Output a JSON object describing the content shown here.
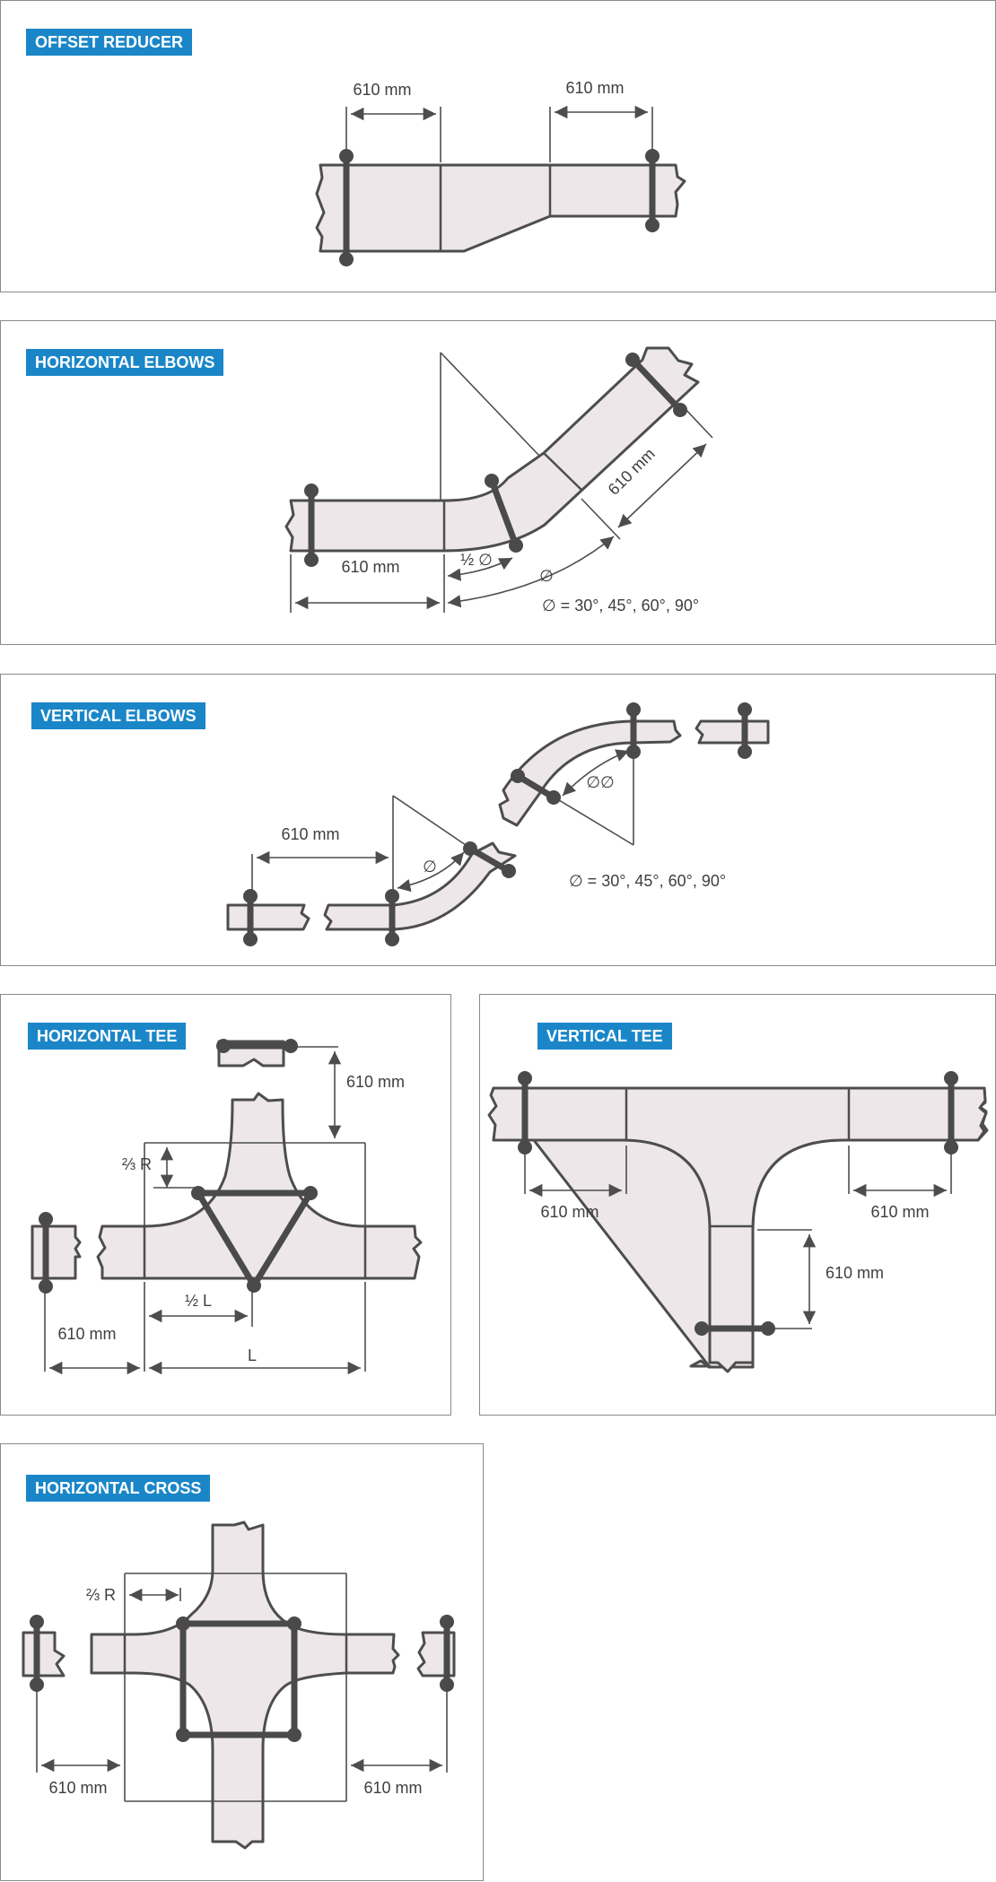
{
  "panels": {
    "offset_reducer": {
      "title": "OFFSET REDUCER",
      "dim_left": "610 mm",
      "dim_right": "610 mm"
    },
    "horizontal_elbows": {
      "title": "HORIZONTAL ELBOWS",
      "dim_straight": "610 mm",
      "dim_end": "610 mm",
      "half_angle": "½ ∅",
      "angle": "∅",
      "angle_note": "∅ = 30°, 45°, 60°, 90°"
    },
    "vertical_elbows": {
      "title": "VERTICAL ELBOWS",
      "dim_straight": "610 mm",
      "angle": "∅",
      "double_angle": "∅∅",
      "angle_note": "∅ = 30°, 45°, 60°, 90°"
    },
    "horizontal_tee": {
      "title": "HORIZONTAL TEE",
      "dim_top": "610 mm",
      "radius": "⅔ R",
      "half_length": "½ L",
      "dim_left": "610 mm",
      "length": "L"
    },
    "vertical_tee": {
      "title": "VERTICAL TEE",
      "dim_left": "610 mm",
      "dim_right": "610 mm",
      "dim_branch": "610 mm"
    },
    "horizontal_cross": {
      "title": "HORIZONTAL CROSS",
      "radius": "⅔ R",
      "dim_left": "610 mm",
      "dim_right": "610 mm"
    }
  }
}
